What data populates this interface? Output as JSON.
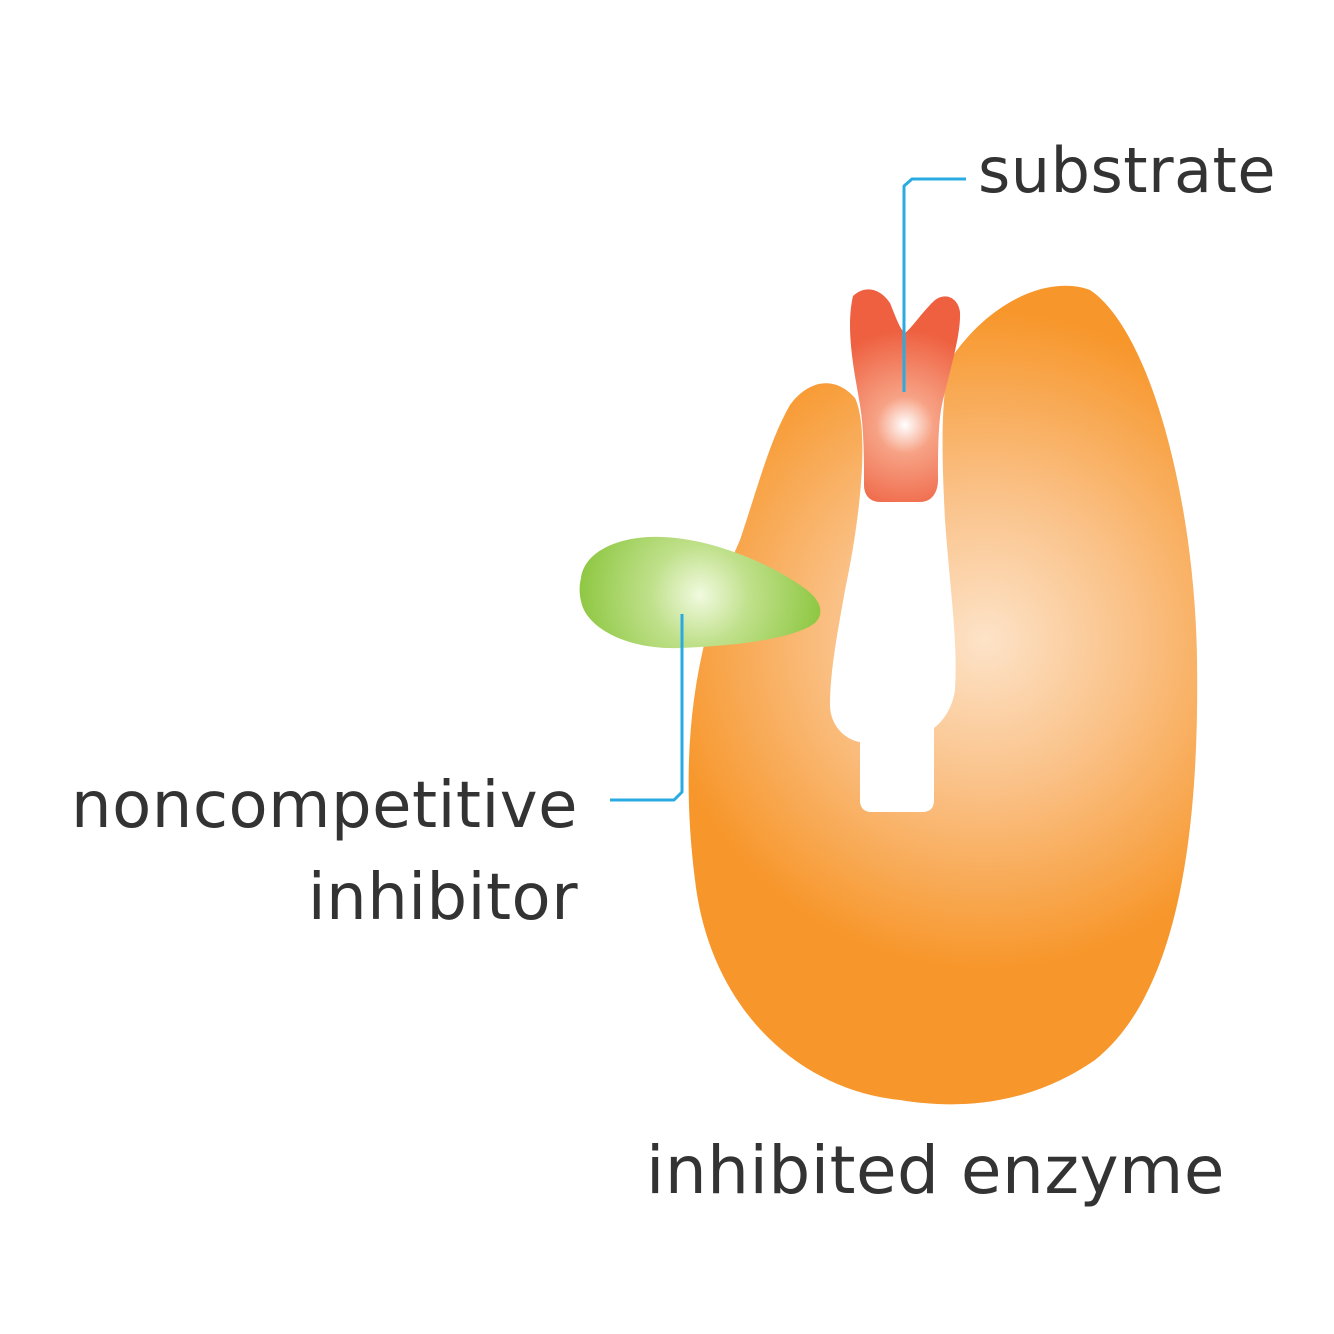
{
  "labels": {
    "substrate": "substrate",
    "inhibitor_line1": "noncompetitive",
    "inhibitor_line2": "inhibitor",
    "enzyme": "inhibited enzyme"
  },
  "colors": {
    "enzyme_edge": "#F7962A",
    "enzyme_highlight": "#FDE3C8",
    "substrate_edge": "#EE6040",
    "substrate_highlight": "#FFFFFF",
    "inhibitor_edge": "#8CC63F",
    "inhibitor_highlight": "#F1FADF",
    "leader_line": "#29ABE2",
    "text": "#333333"
  }
}
